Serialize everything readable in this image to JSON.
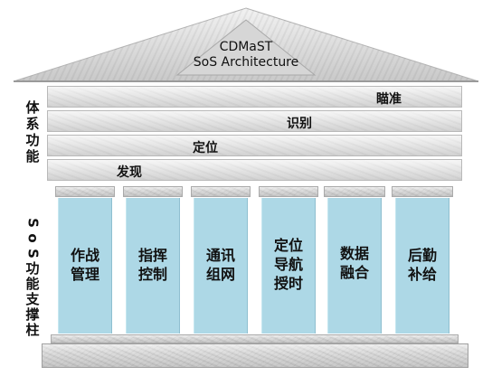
{
  "roof": {
    "title_line1": "CDMaST",
    "title_line2": "SoS Architecture"
  },
  "left_labels": {
    "capability_chars": [
      "体",
      "系",
      "功",
      "能"
    ],
    "pillars_chars": [
      "S",
      "o",
      "S",
      "功",
      "能",
      "支",
      "撑",
      "柱"
    ]
  },
  "capabilities": [
    {
      "label": "瞄准"
    },
    {
      "label": "识别"
    },
    {
      "label": "定位"
    },
    {
      "label": "发现"
    }
  ],
  "pillars": [
    {
      "lines": [
        "作战",
        "管理"
      ]
    },
    {
      "lines": [
        "指挥",
        "控制"
      ]
    },
    {
      "lines": [
        "通讯",
        "组网"
      ]
    },
    {
      "lines": [
        "定位",
        "导航",
        "授时"
      ]
    },
    {
      "lines": [
        "数据",
        "融合"
      ]
    },
    {
      "lines": [
        "后勤",
        "补给"
      ]
    }
  ],
  "colors": {
    "pillar": "#add8e6",
    "stone": "#dcdcdc"
  }
}
